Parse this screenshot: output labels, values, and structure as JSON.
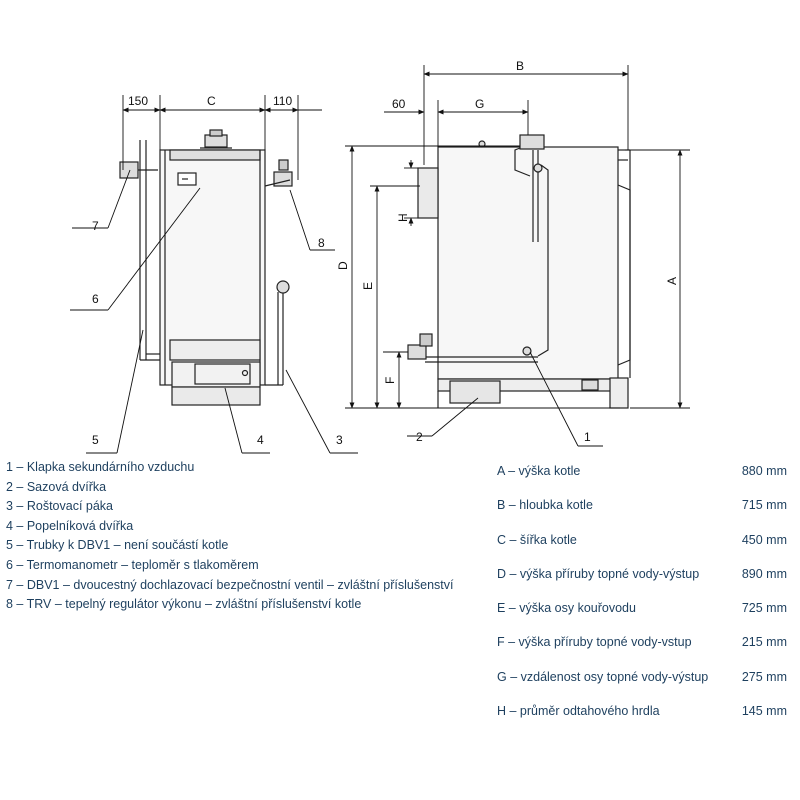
{
  "drawing": {
    "front_dims": {
      "left_offset": "150",
      "width": "C",
      "right_offset": "110"
    },
    "side_dims": {
      "depth": "B",
      "left_offset": "60",
      "flange_distance": "G",
      "heights": [
        "D",
        "E",
        "F",
        "H",
        "A"
      ]
    },
    "callouts": [
      "1",
      "2",
      "3",
      "4",
      "5",
      "6",
      "7",
      "8"
    ]
  },
  "legend": [
    "1 – Klapka sekundárního vzduchu",
    "2 – Sazová dvířka",
    "3 – Roštovací páka",
    "4 – Popelníková dvířka",
    "5 – Trubky k DBV1 – není součástí kotle",
    "6 – Termomanometr – teploměr s tlakoměrem",
    "7 – DBV1 – dvoucestný dochlazovací bezpečnostní ventil – zvláštní příslušenství",
    "8 – TRV – tepelný regulátor výkonu – zvláštní příslušenství kotle"
  ],
  "specs": [
    {
      "label": "A – výška kotle",
      "value": "880 mm"
    },
    {
      "label": "B – hloubka kotle",
      "value": "715 mm"
    },
    {
      "label": "C – šířka kotle",
      "value": "450 mm"
    },
    {
      "label": "D – výška příruby topné vody-výstup",
      "value": "890 mm"
    },
    {
      "label": "E – výška osy kouřovodu",
      "value": "725 mm"
    },
    {
      "label": "F – výška příruby topné vody-vstup",
      "value": "215 mm"
    },
    {
      "label": "G – vzdálenost osy topné vody-výstup",
      "value": "275 mm"
    },
    {
      "label": "H – průměr odtahového hrdla",
      "value": "145 mm"
    }
  ]
}
